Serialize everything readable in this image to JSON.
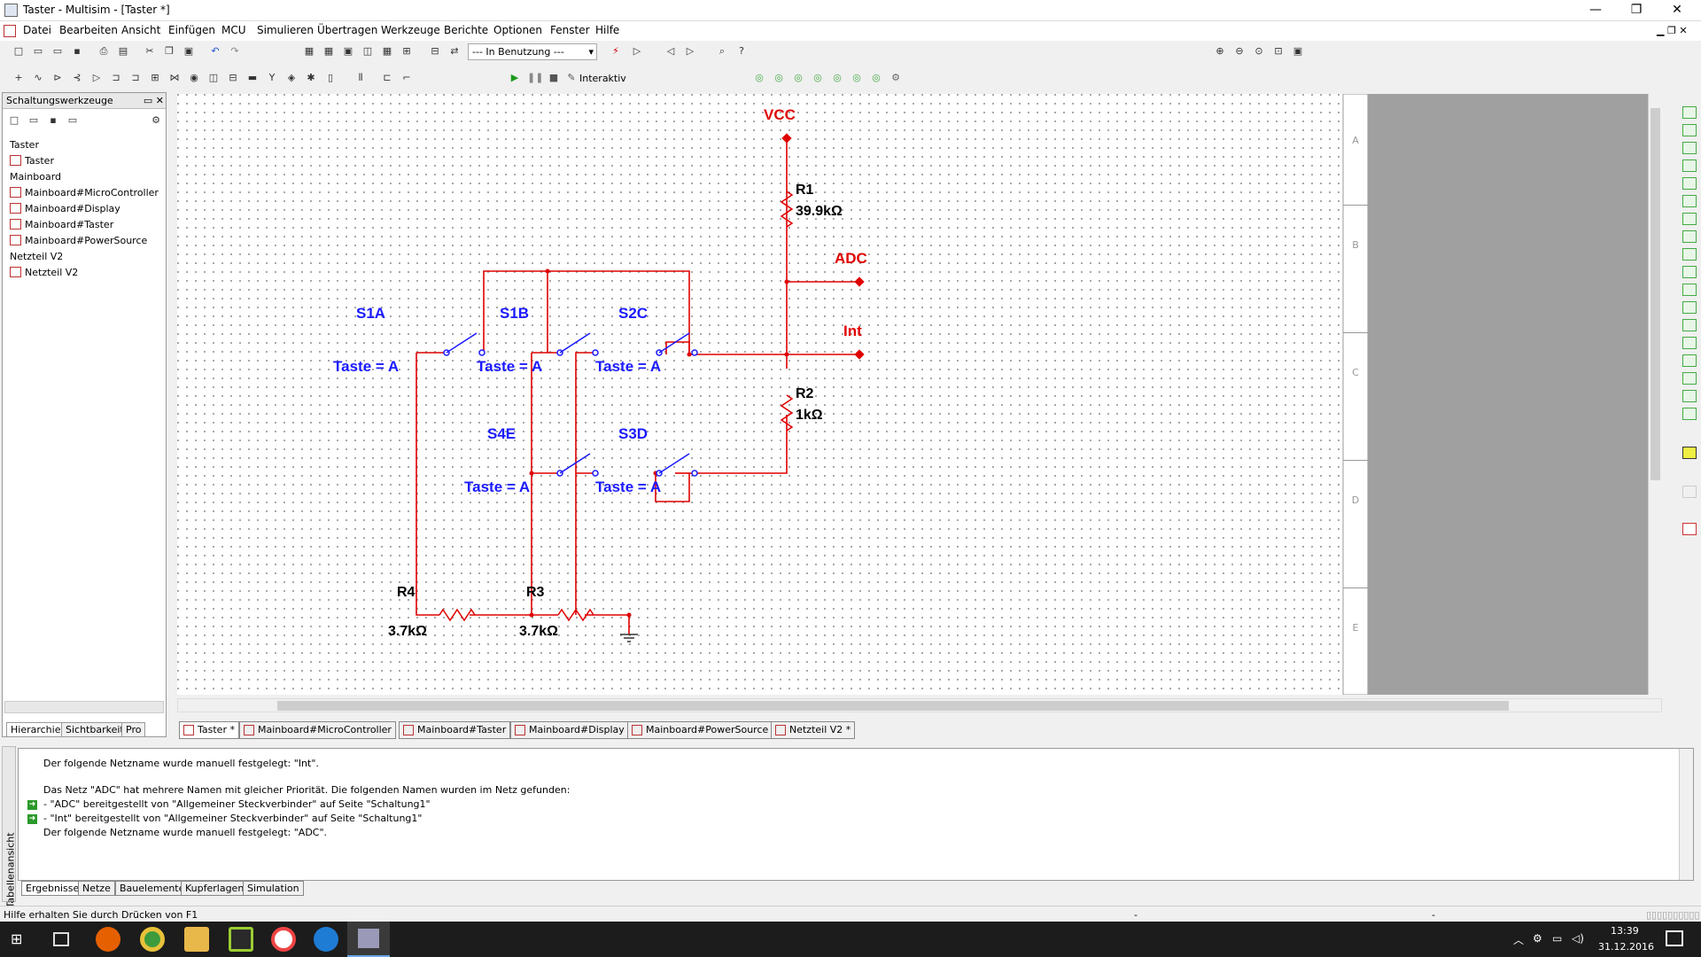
{
  "window": {
    "title": "Taster - Multisim - [Taster *]",
    "controls": {
      "minimize": "—",
      "maximize": "❐",
      "close": "✕"
    }
  },
  "menubar": {
    "items": [
      "Datei",
      "Bearbeiten",
      "Ansicht",
      "Einfügen",
      "MCU",
      "Simulieren",
      "Übertragen",
      "Werkzeuge",
      "Berichte",
      "Optionen",
      "Fenster",
      "Hilfe"
    ]
  },
  "toolbar": {
    "in_use_combo": "--- In Benutzung ---",
    "interactive_label": "Interaktiv"
  },
  "left_panel": {
    "title": "Schaltungswerkzeuge",
    "tree": [
      {
        "label": "Taster",
        "level": 0,
        "icon": false
      },
      {
        "label": "Taster",
        "level": 1,
        "icon": true
      },
      {
        "label": "Mainboard",
        "level": 0,
        "icon": false
      },
      {
        "label": "Mainboard#MicroController",
        "level": 1,
        "icon": true
      },
      {
        "label": "Mainboard#Display",
        "level": 1,
        "icon": true
      },
      {
        "label": "Mainboard#Taster",
        "level": 1,
        "icon": true
      },
      {
        "label": "Mainboard#PowerSource",
        "level": 1,
        "icon": true
      },
      {
        "label": "Netzteil V2",
        "level": 0,
        "icon": false
      },
      {
        "label": "Netzteil V2",
        "level": 1,
        "icon": true
      }
    ],
    "tabs": [
      "Hierarchie",
      "Sichtbarkeit",
      "Pro"
    ]
  },
  "schematic": {
    "vcc": "VCC",
    "adc": "ADC",
    "int": "Int",
    "r1": {
      "name": "R1",
      "value": "39.9kΩ"
    },
    "r2": {
      "name": "R2",
      "value": "1kΩ"
    },
    "r3": {
      "name": "R3",
      "value": "3.7kΩ"
    },
    "r4": {
      "name": "R4",
      "value": "3.7kΩ"
    },
    "switches": [
      {
        "name": "S1A",
        "key": "Taste = A"
      },
      {
        "name": "S1B",
        "key": "Taste = A"
      },
      {
        "name": "S2C",
        "key": "Taste = A"
      },
      {
        "name": "S4E",
        "key": "Taste = A"
      },
      {
        "name": "S3D",
        "key": "Taste = A"
      }
    ],
    "ruler": [
      "A",
      "B",
      "C",
      "D",
      "E"
    ],
    "colors": {
      "wire": "#e00000",
      "component_label": "#1a1aff",
      "net_label": "#e00000"
    }
  },
  "sheet_tabs": [
    "Taster *",
    "Mainboard#MicroController",
    "Mainboard#Taster",
    "Mainboard#Display",
    "Mainboard#PowerSource",
    "Netzteil V2 *"
  ],
  "output": {
    "side_label": "Tabellenansicht",
    "lines": [
      "Der folgende Netzname wurde manuell festgelegt: \"Int\".",
      "",
      "Das Netz \"ADC\" hat mehrere Namen mit gleicher Priorität. Die folgenden Namen wurden im Netz gefunden:",
      "- \"ADC\" bereitgestellt von \"Allgemeiner Steckverbinder\" auf Seite \"Schaltung1\"",
      "- \"Int\" bereitgestellt von \"Allgemeiner Steckverbinder\" auf Seite \"Schaltung1\"",
      "Der folgende Netzname wurde manuell festgelegt: \"ADC\"."
    ],
    "tabs": [
      "Ergebnisse",
      "Netze",
      "Bauelemente",
      "Kupferlagen",
      "Simulation"
    ]
  },
  "status": {
    "help": "Hilfe erhalten Sie durch Drücken von F1",
    "dash1": "-",
    "dash2": "-"
  },
  "taskbar": {
    "time": "13:39",
    "date": "31.12.2016"
  }
}
